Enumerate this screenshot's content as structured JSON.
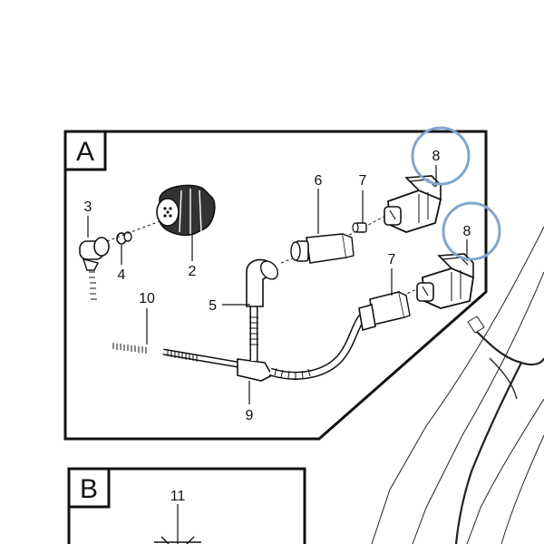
{
  "panels": [
    {
      "letter": "A"
    },
    {
      "letter": "B"
    }
  ],
  "callouts": {
    "p2": "2",
    "p3": "3",
    "p4": "4",
    "p5": "5",
    "p6": "6",
    "p7a": "7",
    "p7b": "7",
    "p8a": "8",
    "p8b": "8",
    "p9": "9",
    "p10": "10",
    "p11": "11"
  },
  "highlight_color": "#7fa6cf"
}
